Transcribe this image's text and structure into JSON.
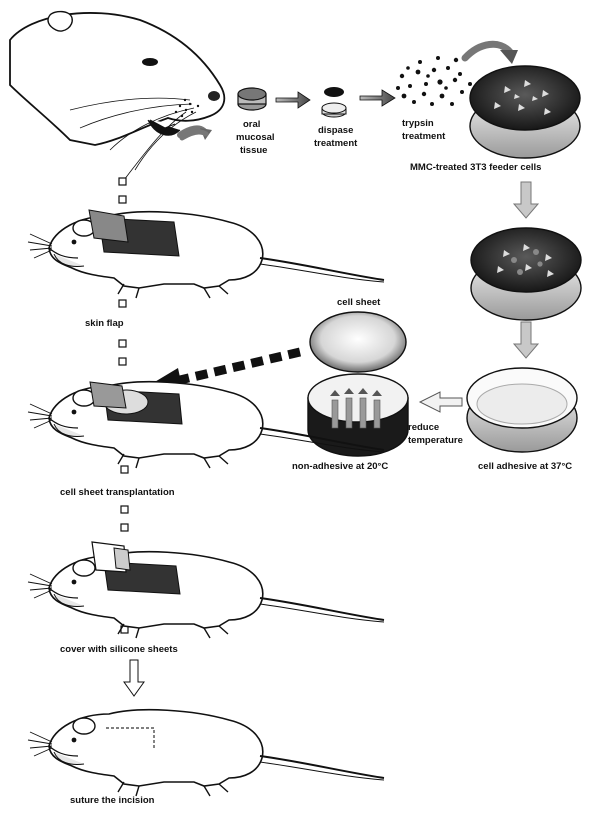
{
  "steps": {
    "oral_tissue": [
      "oral",
      "mucosal",
      "tissue"
    ],
    "dispase": [
      "dispase",
      "treatment"
    ],
    "trypsin": [
      "trypsin",
      "treatment"
    ],
    "feeder": "MMC-treated 3T3 feeder cells",
    "cell_sheet": "cell sheet",
    "reduce_temp": [
      "reduce",
      "temperature"
    ],
    "non_adhesive": "non-adhesive at 20°C",
    "cell_adhesive": "cell adhesive at 37°C",
    "skin_flap": "skin flap",
    "transplantation": "cell sheet transplantation",
    "silicone": "cover with silicone sheets",
    "suture": "suture  the incision"
  }
}
